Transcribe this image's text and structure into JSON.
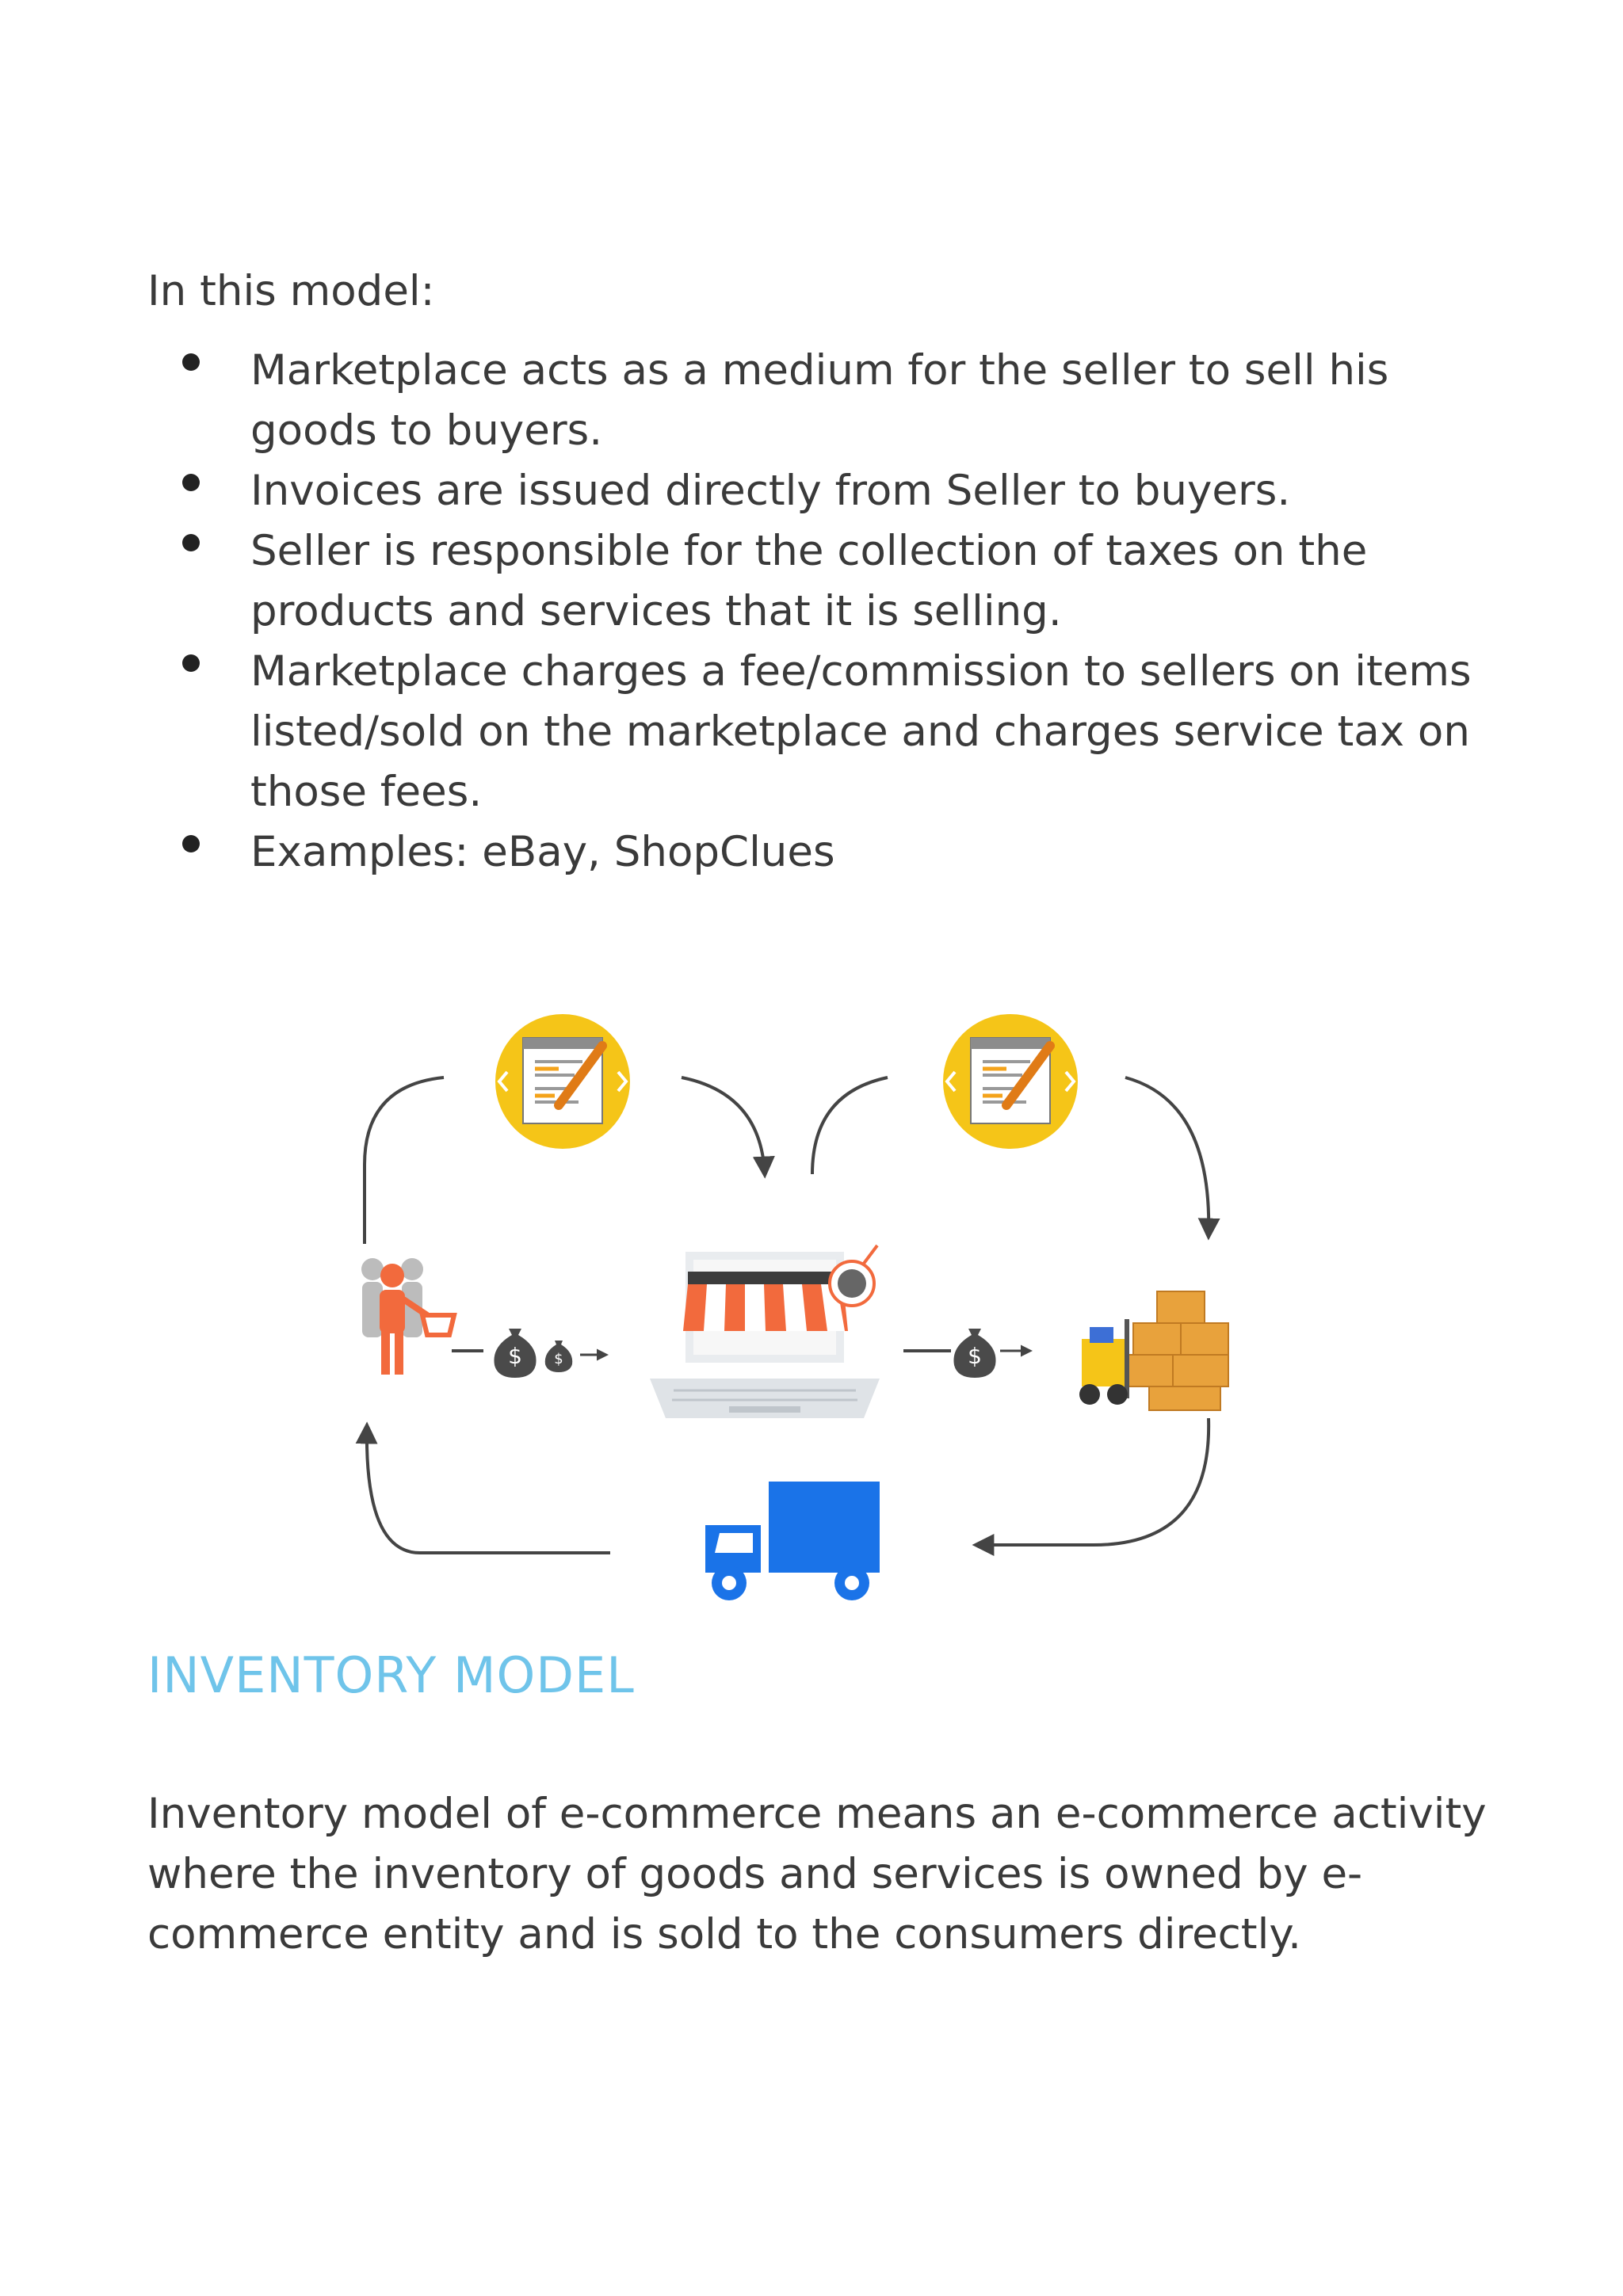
{
  "intro": "In this model:",
  "bullets": [
    "Marketplace acts as a medium for the seller to sell his goods to buyers.",
    "Invoices are issued directly from Seller to buyers.",
    "Seller is responsible for the collection of taxes on the products and services that it is selling.",
    "Marketplace charges a fee/commission to sellers on items listed/sold on the marketplace and charges service tax on those fees.",
    "Examples: eBay, ShopClues"
  ],
  "diagram": {
    "icons": [
      "invoice-icon",
      "invoice-icon",
      "buyers-icon",
      "money-bag-icon",
      "marketplace-laptop-icon",
      "money-bag-icon",
      "warehouse-forklift-icon",
      "delivery-truck-icon"
    ],
    "currency_symbol": "$",
    "colors": {
      "invoice_circle": "#f5c518",
      "awning": "#f26a3d",
      "truck": "#1a73e8",
      "boxes": "#e8a23c",
      "arrows": "#444444"
    }
  },
  "section_title": "INVENTORY MODEL",
  "paragraph": "Inventory model of e-commerce means an e-commerce activity where the inventory of goods and services is owned by e-commerce entity and is sold to the consumers directly."
}
